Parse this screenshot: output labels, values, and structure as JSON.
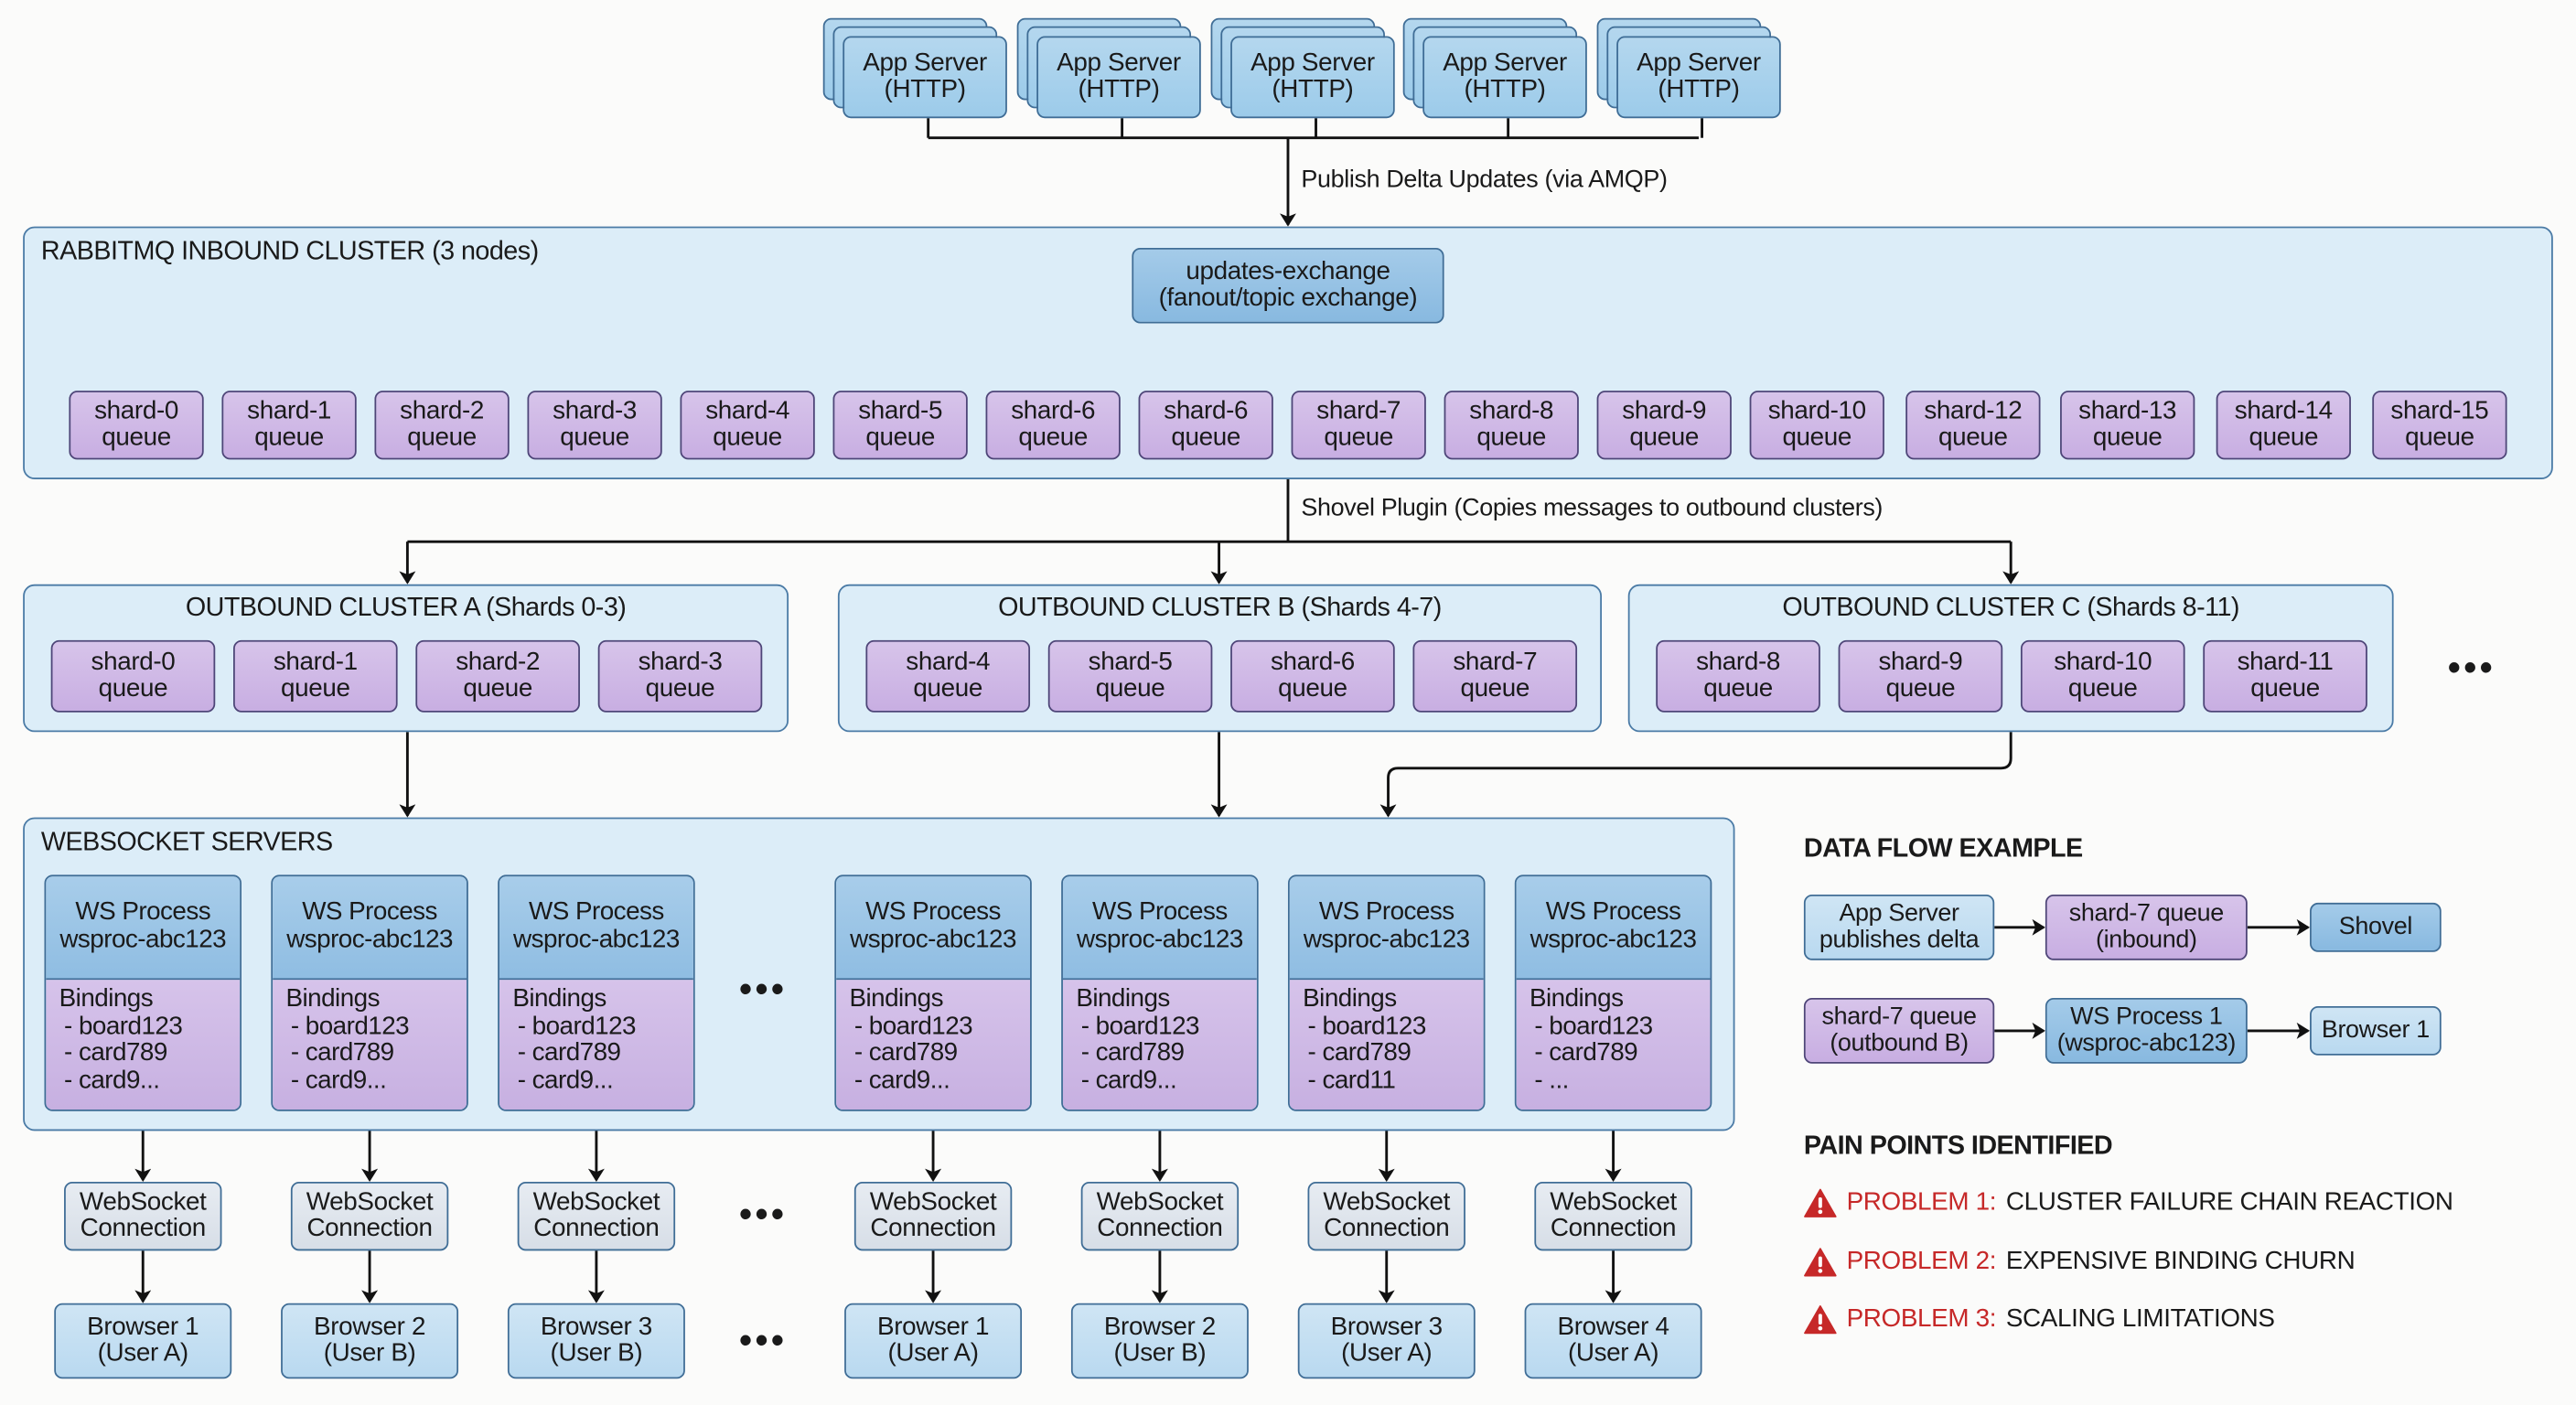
{
  "app_servers": {
    "items": [
      {
        "line1": "App Server",
        "line2": "(HTTP)"
      },
      {
        "line1": "App Server",
        "line2": "(HTTP)"
      },
      {
        "line1": "App Server",
        "line2": "(HTTP)"
      },
      {
        "line1": "App Server",
        "line2": "(HTTP)"
      },
      {
        "line1": "App Server",
        "line2": "(HTTP)"
      }
    ],
    "publish_label": "Publish Delta Updates (via AMQP)"
  },
  "inbound_cluster": {
    "title": "RABBITMQ INBOUND CLUSTER (3 nodes)",
    "exchange": {
      "line1": "updates-exchange",
      "line2": "(fanout/topic exchange)"
    },
    "shards": [
      {
        "name": "shard-0",
        "sub": "queue"
      },
      {
        "name": "shard-1",
        "sub": "queue"
      },
      {
        "name": "shard-2",
        "sub": "queue"
      },
      {
        "name": "shard-3",
        "sub": "queue"
      },
      {
        "name": "shard-4",
        "sub": "queue"
      },
      {
        "name": "shard-5",
        "sub": "queue"
      },
      {
        "name": "shard-6",
        "sub": "queue"
      },
      {
        "name": "shard-6",
        "sub": "queue"
      },
      {
        "name": "shard-7",
        "sub": "queue"
      },
      {
        "name": "shard-8",
        "sub": "queue"
      },
      {
        "name": "shard-9",
        "sub": "queue"
      },
      {
        "name": "shard-10",
        "sub": "queue"
      },
      {
        "name": "shard-12",
        "sub": "queue"
      },
      {
        "name": "shard-13",
        "sub": "queue"
      },
      {
        "name": "shard-14",
        "sub": "queue"
      },
      {
        "name": "shard-15",
        "sub": "queue"
      }
    ]
  },
  "shovel_label": "Shovel Plugin (Copies messages to outbound clusters)",
  "outbound_clusters": [
    {
      "title": "OUTBOUND CLUSTER A (Shards 0-3)",
      "shards": [
        {
          "name": "shard-0",
          "sub": "queue"
        },
        {
          "name": "shard-1",
          "sub": "queue"
        },
        {
          "name": "shard-2",
          "sub": "queue"
        },
        {
          "name": "shard-3",
          "sub": "queue"
        }
      ]
    },
    {
      "title": "OUTBOUND CLUSTER B (Shards 4-7)",
      "shards": [
        {
          "name": "shard-4",
          "sub": "queue"
        },
        {
          "name": "shard-5",
          "sub": "queue"
        },
        {
          "name": "shard-6",
          "sub": "queue"
        },
        {
          "name": "shard-7",
          "sub": "queue"
        }
      ]
    },
    {
      "title": "OUTBOUND CLUSTER C (Shards 8-11)",
      "shards": [
        {
          "name": "shard-8",
          "sub": "queue"
        },
        {
          "name": "shard-9",
          "sub": "queue"
        },
        {
          "name": "shard-10",
          "sub": "queue"
        },
        {
          "name": "shard-11",
          "sub": "queue"
        }
      ]
    }
  ],
  "outbound_more": "•••",
  "websocket_servers": {
    "title": "WEBSOCKET SERVERS",
    "more": "•••",
    "processes": [
      {
        "line1": "WS Process",
        "line2": "wsproc-abc123",
        "bindings_title": "Bindings",
        "bindings": [
          "- board123",
          "- card789",
          "- card9..."
        ]
      },
      {
        "line1": "WS Process",
        "line2": "wsproc-abc123",
        "bindings_title": "Bindings",
        "bindings": [
          "- board123",
          "- card789",
          "- card9..."
        ]
      },
      {
        "line1": "WS Process",
        "line2": "wsproc-abc123",
        "bindings_title": "Bindings",
        "bindings": [
          "- board123",
          "- card789",
          "- card9..."
        ]
      },
      {
        "line1": "WS Process",
        "line2": "wsproc-abc123",
        "bindings_title": "Bindings",
        "bindings": [
          "- board123",
          "- card789",
          "- card9..."
        ]
      },
      {
        "line1": "WS Process",
        "line2": "wsproc-abc123",
        "bindings_title": "Bindings",
        "bindings": [
          "- board123",
          "- card789",
          "- card9..."
        ]
      },
      {
        "line1": "WS Process",
        "line2": "wsproc-abc123",
        "bindings_title": "Bindings",
        "bindings": [
          "- board123",
          "- card789",
          "- card11"
        ]
      },
      {
        "line1": "WS Process",
        "line2": "wsproc-abc123",
        "bindings_title": "Bindings",
        "bindings": [
          "- board123",
          "- card789",
          "- ..."
        ]
      }
    ]
  },
  "connections": {
    "more": "•••",
    "items": [
      {
        "line1": "WebSocket",
        "line2": "Connection"
      },
      {
        "line1": "WebSocket",
        "line2": "Connection"
      },
      {
        "line1": "WebSocket",
        "line2": "Connection"
      },
      {
        "line1": "WebSocket",
        "line2": "Connection"
      },
      {
        "line1": "WebSocket",
        "line2": "Connection"
      },
      {
        "line1": "WebSocket",
        "line2": "Connection"
      },
      {
        "line1": "WebSocket",
        "line2": "Connection"
      }
    ]
  },
  "browsers": {
    "more": "•••",
    "items": [
      {
        "line1": "Browser 1",
        "line2": "(User A)"
      },
      {
        "line1": "Browser 2",
        "line2": "(User B)"
      },
      {
        "line1": "Browser 3",
        "line2": "(User B)"
      },
      {
        "line1": "Browser 1",
        "line2": "(User A)"
      },
      {
        "line1": "Browser 2",
        "line2": "(User B)"
      },
      {
        "line1": "Browser 3",
        "line2": "(User A)"
      },
      {
        "line1": "Browser 4",
        "line2": "(User A)"
      }
    ]
  },
  "data_flow": {
    "title": "DATA FLOW EXAMPLE",
    "rows": [
      [
        {
          "line1": "App Server",
          "line2": "publishes delta"
        },
        {
          "line1": "shard-7 queue",
          "line2": "(inbound)"
        },
        {
          "line1": "Shovel",
          "line2": ""
        }
      ],
      [
        {
          "line1": "shard-7 queue",
          "line2": "(outbound B)"
        },
        {
          "line1": "WS Process 1",
          "line2": "(wsproc-abc123)"
        },
        {
          "line1": "Browser 1",
          "line2": ""
        }
      ]
    ]
  },
  "pain_points": {
    "title": "PAIN POINTS IDENTIFIED",
    "accent_color": "#c62828",
    "items": [
      {
        "tag": "PROBLEM 1:",
        "text": "CLUSTER FAILURE CHAIN REACTION"
      },
      {
        "tag": "PROBLEM 2:",
        "text": "EXPENSIVE BINDING CHURN"
      },
      {
        "tag": "PROBLEM 3:",
        "text": "SCALING LIMITATIONS"
      }
    ]
  }
}
